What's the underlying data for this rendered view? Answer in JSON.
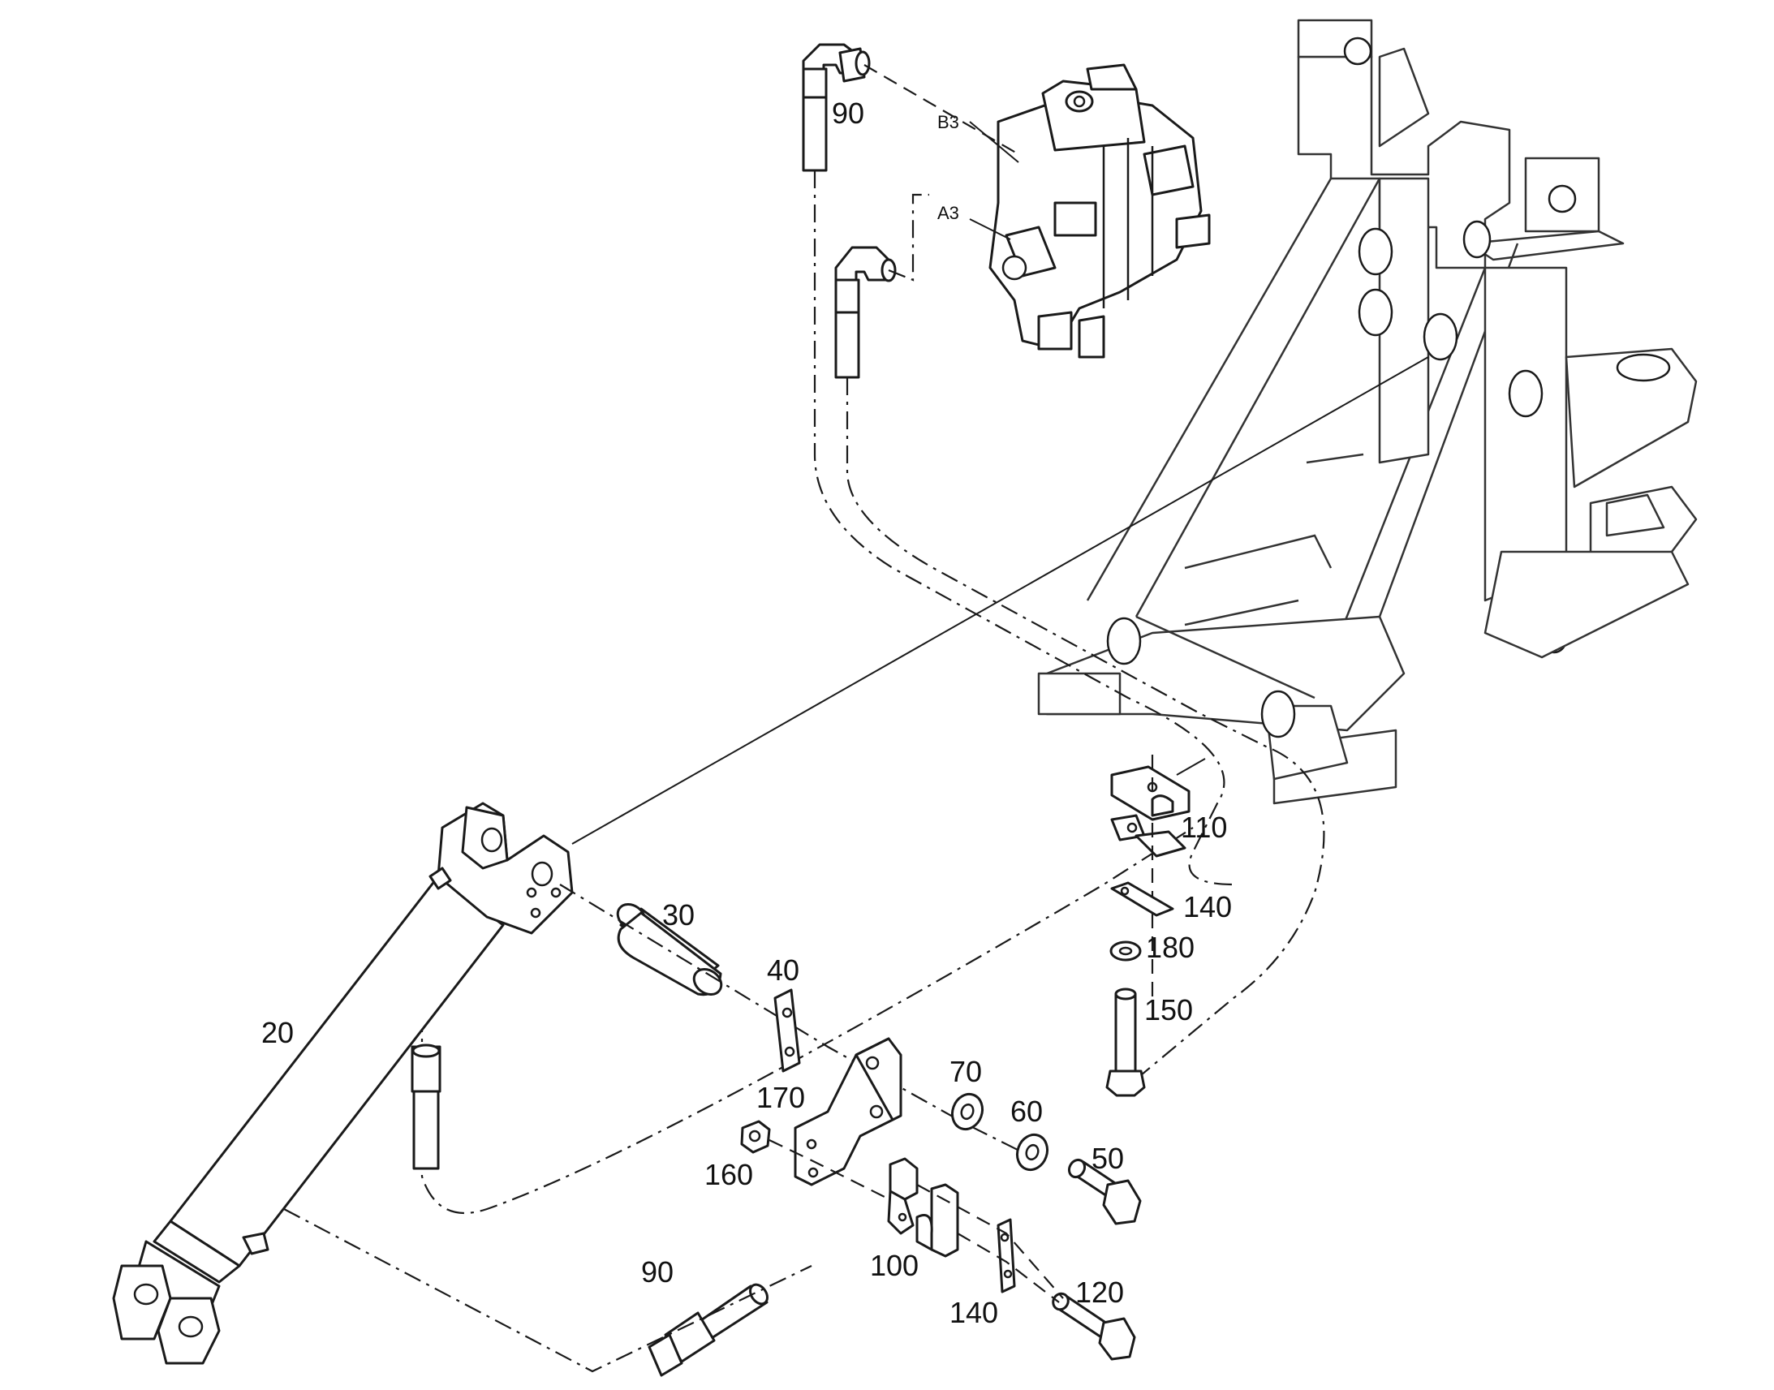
{
  "callouts": {
    "c90_top": "90",
    "c20": "20",
    "c30": "30",
    "c40": "40",
    "c170": "170",
    "c160": "160",
    "c70": "70",
    "c60": "60",
    "c50": "50",
    "c110": "110",
    "c140_upper": "140",
    "c180": "180",
    "c150": "150",
    "c100": "100",
    "c140_lower": "140",
    "c120": "120",
    "c90_bottom": "90"
  },
  "ports": {
    "b3": "B3",
    "a3": "A3"
  }
}
